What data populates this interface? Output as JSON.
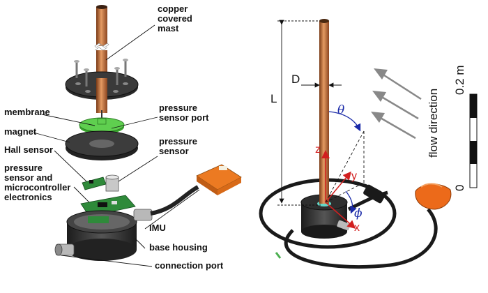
{
  "left_panel": {
    "labels": {
      "mast": "copper\ncovered\nmast",
      "membrane": "membrane",
      "magnet": "magnet",
      "hall_sensor": "Hall sensor",
      "pressure_sensor_electronics": "pressure\nsensor and\nmicrocontroller\nelectronics",
      "pressure_sensor_port": "pressure\nsensor port",
      "pressure_sensor": "pressure\nsensor",
      "imu": "IMU",
      "base_housing": "base housing",
      "connection_port": "connection port"
    }
  },
  "right_panel": {
    "dimension_L": "L",
    "dimension_D": "D",
    "angle_theta": "θ",
    "angle_phi": "ϕ",
    "axis_x": "x",
    "axis_y": "y",
    "axis_z": "z",
    "flow_label": "flow direction",
    "scale_top": "0.2 m",
    "scale_bottom": "0"
  },
  "colors": {
    "copper": "#c8703a",
    "membrane_green": "#5fcf4f",
    "imu_orange": "#ec7a22",
    "axis_red": "#d21f1f",
    "angle_blue": "#1a2aa8",
    "housing_dark": "#2a2a2a"
  }
}
